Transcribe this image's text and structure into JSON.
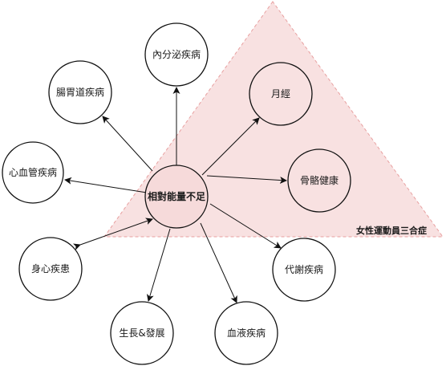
{
  "diagram": {
    "center_label": "相對能量不足",
    "triangle_label": "女性運動員三合症",
    "nodes": {
      "endocrine": "內分泌疾病",
      "gi": "腸胃道疾病",
      "cardio": "心血管疾病",
      "psych": "身心疾患",
      "growth": "生長&發展",
      "blood": "血液疾病",
      "metabolic": "代謝疾病",
      "menstrual": "月經",
      "bone": "骨骼健康"
    }
  },
  "colors": {
    "triangle_fill": "#f8e1e1",
    "triangle_stroke": "#e8a0a0",
    "center_fill": "#f6dada",
    "node_stroke": "#111111",
    "arrow": "#111111"
  }
}
